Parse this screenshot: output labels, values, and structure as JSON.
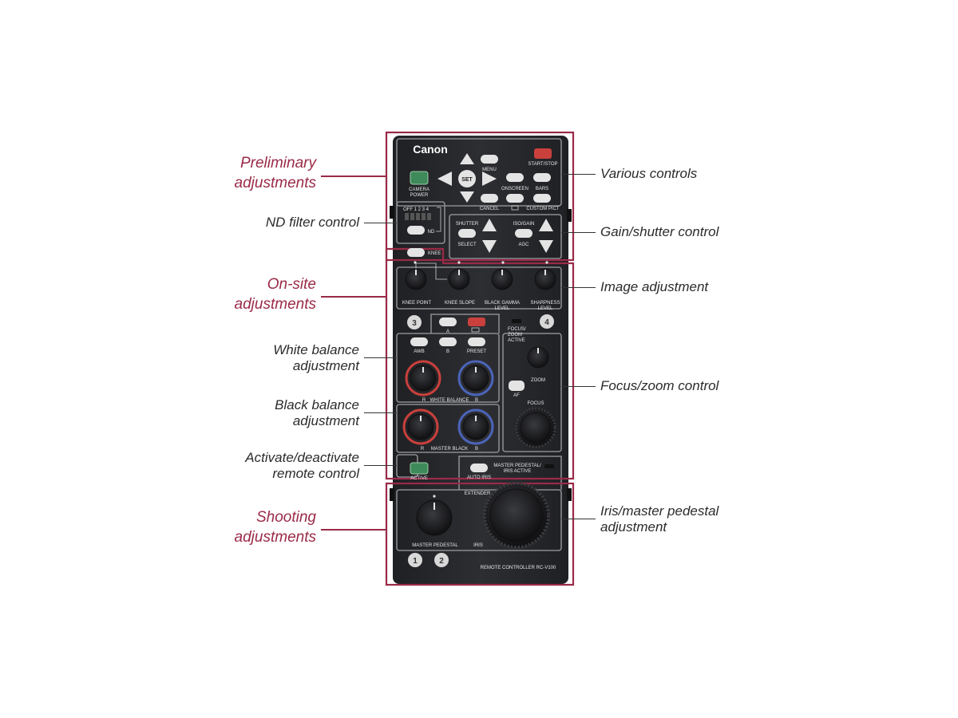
{
  "labels": {
    "group_preliminary": [
      "Preliminary",
      "adjustments"
    ],
    "group_onsite": [
      "On-site",
      "adjustments"
    ],
    "group_shooting": [
      "Shooting",
      "adjustments"
    ],
    "nd_filter": "ND filter control",
    "white_balance": [
      "White balance",
      "adjustment"
    ],
    "black_balance": [
      "Black balance",
      "adjustment"
    ],
    "activate_remote": [
      "Activate/deactivate",
      "remote control"
    ],
    "various_controls": "Various controls",
    "gain_shutter": "Gain/shutter control",
    "image_adjustment": "Image adjustment",
    "focus_zoom": "Focus/zoom control",
    "iris_pedestal": [
      "Iris/master pedestal",
      "adjustment"
    ]
  },
  "panel": {
    "logo": "Canon",
    "buttons": {
      "start_stop": "START/STOP",
      "camera_power": [
        "CAMERA",
        "POWER"
      ],
      "menu": "MENU",
      "set": "SET",
      "onscreen": "ONSCREEN",
      "bars": "BARS",
      "cancel": "CANCEL",
      "custom_pict": "CUSTOM PICT",
      "nd": "ND",
      "nd_scale": "OFF 1  2  3  4",
      "shutter": "SHUTTER",
      "select": "SELECT",
      "iso_gain": "ISO/GAIN",
      "agc": "AGC",
      "knee_point": "KNEE POINT",
      "knee_slope": "KNEE SLOPE",
      "black_gamma": [
        "BLACK GAMMA",
        "LEVEL"
      ],
      "sharpness": [
        "SHARPNESS",
        "LEVEL"
      ],
      "knee_title": "KNEE",
      "wb_a": "A",
      "wb_b": "B",
      "awb": "AWB",
      "preset": "PRESET",
      "white_balance": "WHITE BALANCE",
      "master_black": "MASTER BLACK",
      "r": "R",
      "b": "B",
      "focus_zoom_active": [
        "FOCUS/",
        "ZOOM",
        "ACTIVE"
      ],
      "zoom": "ZOOM",
      "af": "AF",
      "focus": "FOCUS",
      "active": "ACTIVE",
      "auto_iris": "AUTO IRIS",
      "master_pedestal_iris_active": [
        "MASTER PEDESTAL/",
        "IRIS ACTIVE"
      ],
      "extender": "EXTENDER",
      "master_pedestal": "MASTER PEDESTAL",
      "iris": "IRIS",
      "n1": "1",
      "n2": "2",
      "n3": "3",
      "n4": "4",
      "model": "REMOTE CONTROLLER RC-V100"
    }
  },
  "colors": {
    "accent": "#9a2a48",
    "panel": "#2a2b2e",
    "power_button": "#3f8a5a",
    "start_stop_button": "#c9403c",
    "knob_red_ring": "#c9403c",
    "knob_blue_ring": "#4b64b8"
  }
}
